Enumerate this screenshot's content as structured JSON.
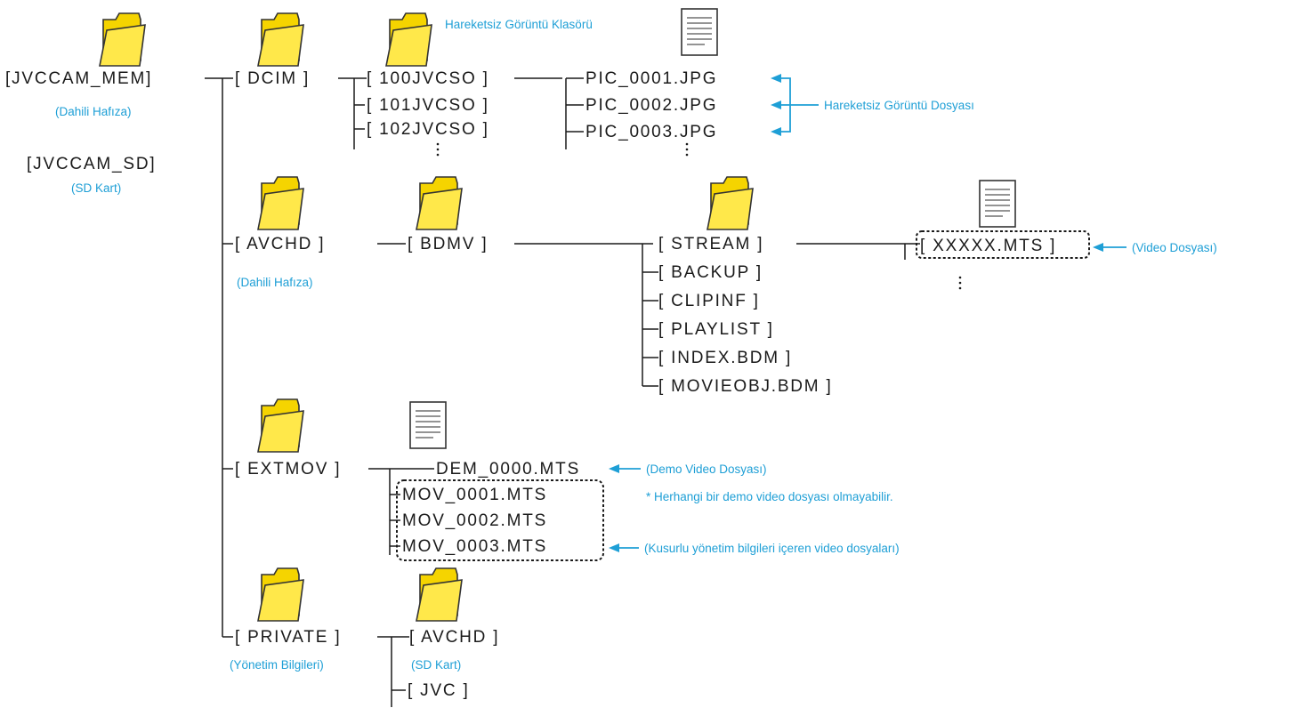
{
  "colors": {
    "annotation": "#1e9fd6",
    "folder": "#ffe84a",
    "line": "#1a1a1a"
  },
  "icons": {
    "folder": "folder-icon",
    "file": "file-icon"
  },
  "nodes": {
    "jvccam_mem": "[JVCCAM_MEM]",
    "jvccam_sd": "[JVCCAM_SD]",
    "dcim": "[ DCIM ]",
    "jvcso100": "[ 100JVCSO ]",
    "jvcso101": "[ 101JVCSO ]",
    "jvcso102": "[ 102JVCSO ]",
    "pic1": "PIC_0001.JPG",
    "pic2": "PIC_0002.JPG",
    "pic3": "PIC_0003.JPG",
    "avchd": "[ AVCHD ]",
    "bdmv": "[ BDMV ]",
    "stream": "[ STREAM ]",
    "backup": "[ BACKUP ]",
    "clipinf": "[ CLIPINF ]",
    "playlist": "[ PLAYLIST ]",
    "index_bdm": "[ INDEX.BDM ]",
    "movieobj_bdm": "[ MOVIEOBJ.BDM ]",
    "xxxxx_mts": "[ XXXXX.MTS ]",
    "extmov": "[ EXTMOV ]",
    "dem0000": "DEM_0000.MTS",
    "mov0001": "MOV_0001.MTS",
    "mov0002": "MOV_0002.MTS",
    "mov0003": "MOV_0003.MTS",
    "private": "[ PRIVATE ]",
    "private_avchd": "[ AVCHD ]",
    "jvc": "[ JVC ]"
  },
  "notes": {
    "dahili_hafiza_1": "(Dahili Hafıza)",
    "sd_kart_1": "(SD Kart)",
    "still_folder": "Hareketsiz Görüntü Klasörü",
    "still_files": "Hareketsiz Görüntü Dosyası",
    "dahili_hafiza_2": "(Dahili Hafıza)",
    "video_file": "(Video Dosyası)",
    "demo_video": "(Demo Video Dosyası)",
    "demo_note": "* Herhangi bir demo video dosyası olmayabilir.",
    "faulty_videos": "(Kusurlu yönetim bilgileri içeren video dosyaları)",
    "management_info": "(Yönetim Bilgileri)",
    "sd_kart_2": "(SD Kart)"
  }
}
